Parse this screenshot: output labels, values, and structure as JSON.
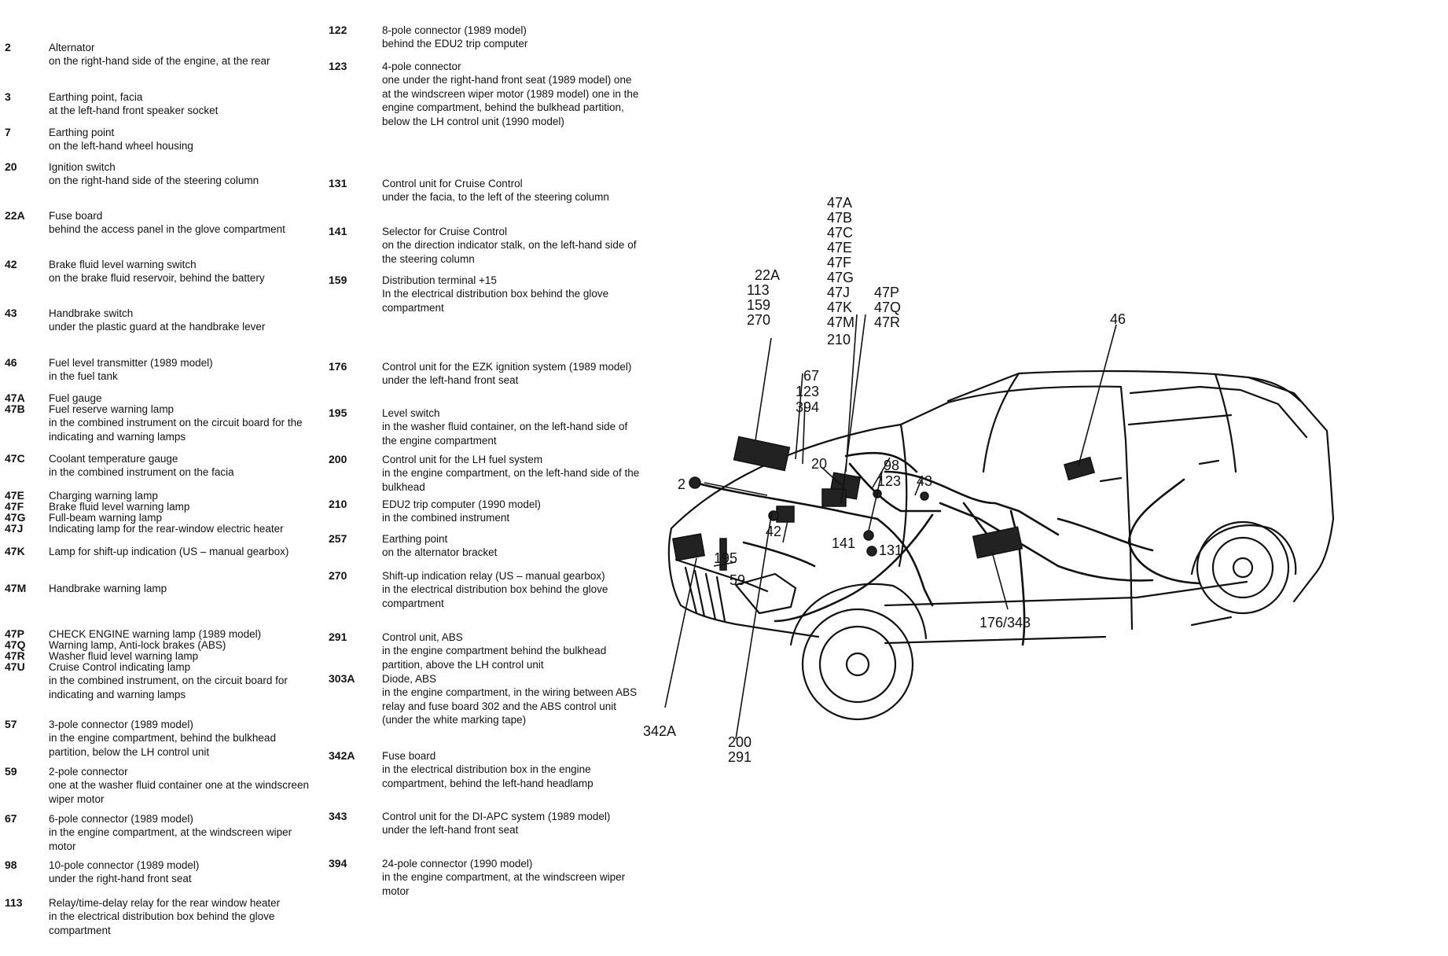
{
  "legend_left": [
    {
      "num": "2",
      "title": "Alternator",
      "detail": "on the right-hand side of the engine, at the rear"
    },
    {
      "num": "3",
      "title": "Earthing point, facia",
      "detail": "at the left-hand front speaker socket"
    },
    {
      "num": "7",
      "title": "Earthing point",
      "detail": "on the left-hand wheel housing"
    },
    {
      "num": "20",
      "title": "Ignition switch",
      "detail": "on the right-hand side of the steering column"
    },
    {
      "num": "22A",
      "title": "Fuse board",
      "detail": "behind the access panel in the glove compartment"
    },
    {
      "num": "42",
      "title": "Brake fluid level warning switch",
      "detail": "on the brake fluid reservoir, behind the battery"
    },
    {
      "num": "43",
      "title": "Handbrake switch",
      "detail": "under the plastic guard at the handbrake lever"
    },
    {
      "num": "46",
      "title": "Fuel level transmitter (1989 model)",
      "detail": "in the fuel tank"
    },
    {
      "num": "47A",
      "title": "Fuel gauge",
      "detail": ""
    },
    {
      "num": "47B",
      "title": "Fuel reserve warning lamp",
      "detail": "in the combined instrument on the circuit board for the indicating and warning lamps"
    },
    {
      "num": "47C",
      "title": "Coolant temperature gauge",
      "detail": "in the combined instrument on the facia"
    },
    {
      "num": "47E",
      "title": "Charging warning lamp",
      "detail": ""
    },
    {
      "num": "47F",
      "title": "Brake fluid level warning lamp",
      "detail": ""
    },
    {
      "num": "47G",
      "title": "Full-beam warning lamp",
      "detail": ""
    },
    {
      "num": "47J",
      "title": "Indicating lamp for the rear-window electric heater",
      "detail": ""
    },
    {
      "num": "47K",
      "title": "Lamp for shift-up indication (US – manual gearbox)",
      "detail": ""
    },
    {
      "num": "47M",
      "title": "Handbrake warning lamp",
      "detail": ""
    },
    {
      "num": "47P",
      "title": "CHECK ENGINE warning lamp (1989 model)",
      "detail": ""
    },
    {
      "num": "47Q",
      "title": "Warning lamp, Anti-lock brakes (ABS)",
      "detail": ""
    },
    {
      "num": "47R",
      "title": "Washer fluid level warning lamp",
      "detail": ""
    },
    {
      "num": "47U",
      "title": "Cruise Control indicating lamp",
      "detail": "in the combined instrument, on the circuit board for indicating and warning lamps"
    },
    {
      "num": "57",
      "title": "3-pole connector (1989 model)",
      "detail": "in the engine compartment, behind the bulkhead partition, below the LH control unit"
    },
    {
      "num": "59",
      "title": "2-pole connector",
      "detail": "one at the washer fluid container one at the windscreen wiper motor"
    },
    {
      "num": "67",
      "title": "6-pole connector (1989 model)",
      "detail": "in the engine compartment, at the windscreen wiper motor"
    },
    {
      "num": "98",
      "title": "10-pole connector (1989 model)",
      "detail": "under the right-hand front seat"
    },
    {
      "num": "113",
      "title": "Relay/time-delay relay for the rear window heater",
      "detail": "in the electrical distribution box behind the glove compartment"
    }
  ],
  "legend_right": [
    {
      "num": "122",
      "title": "8-pole connector (1989 model)",
      "detail": "behind the EDU2 trip computer"
    },
    {
      "num": "123",
      "title": "4-pole connector",
      "detail": "one under the right-hand front seat (1989 model) one at the windscreen wiper motor (1989 model) one in the engine compartment, behind the bulkhead partition, below the LH control unit (1990 model)"
    },
    {
      "num": "131",
      "title": "Control unit for Cruise Control",
      "detail": "under the facia, to the left of the steering column"
    },
    {
      "num": "141",
      "title": "Selector for Cruise Control",
      "detail": "on the direction indicator stalk, on the left-hand side of the steering column"
    },
    {
      "num": "159",
      "title": "Distribution terminal +15",
      "detail": "In the electrical distribution box behind the glove compartment"
    },
    {
      "num": "176",
      "title": "Control unit for the EZK ignition system (1989 model)",
      "detail": "under the left-hand front seat"
    },
    {
      "num": "195",
      "title": "Level switch",
      "detail": "in the washer fluid container, on the left-hand side of the engine compartment"
    },
    {
      "num": "200",
      "title": "Control unit for the LH fuel system",
      "detail": "in the engine compartment, on the left-hand side of the bulkhead"
    },
    {
      "num": "210",
      "title": "EDU2 trip computer (1990 model)",
      "detail": "in the combined instrument"
    },
    {
      "num": "257",
      "title": "Earthing point",
      "detail": "on the alternator bracket"
    },
    {
      "num": "270",
      "title": "Shift-up indication relay (US – manual gearbox)",
      "detail": "in the electrical distribution box behind the glove compartment"
    },
    {
      "num": "291",
      "title": "Control unit, ABS",
      "detail": "in the engine compartment behind the bulkhead partition, above the LH control unit"
    },
    {
      "num": "303A",
      "title": "Diode, ABS",
      "detail": "in the engine compartment, in the wiring between ABS relay and fuse board 302 and the ABS control unit (under the white marking tape)"
    },
    {
      "num": "342A",
      "title": "Fuse board",
      "detail": "in the electrical distribution box in the engine compartment, behind the left-hand headlamp"
    },
    {
      "num": "343",
      "title": "Control unit for the DI-APC system (1989 model)",
      "detail": "under the left-hand front seat"
    },
    {
      "num": "394",
      "title": "24-pole connector (1990 model)",
      "detail": "in the engine compartment, at the windscreen wiper motor"
    }
  ],
  "diagram_labels": {
    "group_47": [
      "47A",
      "47B",
      "47C",
      "47E",
      "47F",
      "47G",
      "47J",
      "47K",
      "47M"
    ],
    "group_47b": [
      "47P",
      "47Q",
      "47R"
    ],
    "group_22a": [
      "22A",
      "113",
      "159",
      "270"
    ],
    "l210": "210",
    "l46": "46",
    "group_67": [
      "67",
      "123",
      "394"
    ],
    "l20": "20",
    "l98": "98",
    "l123b": "123",
    "l43": "43",
    "l2": "2",
    "l42": "42",
    "l141": "141",
    "l131": "131",
    "l195": "195",
    "l59": "59",
    "l176": "176/343",
    "l342a": "342A",
    "group_200": [
      "200",
      "291"
    ]
  }
}
